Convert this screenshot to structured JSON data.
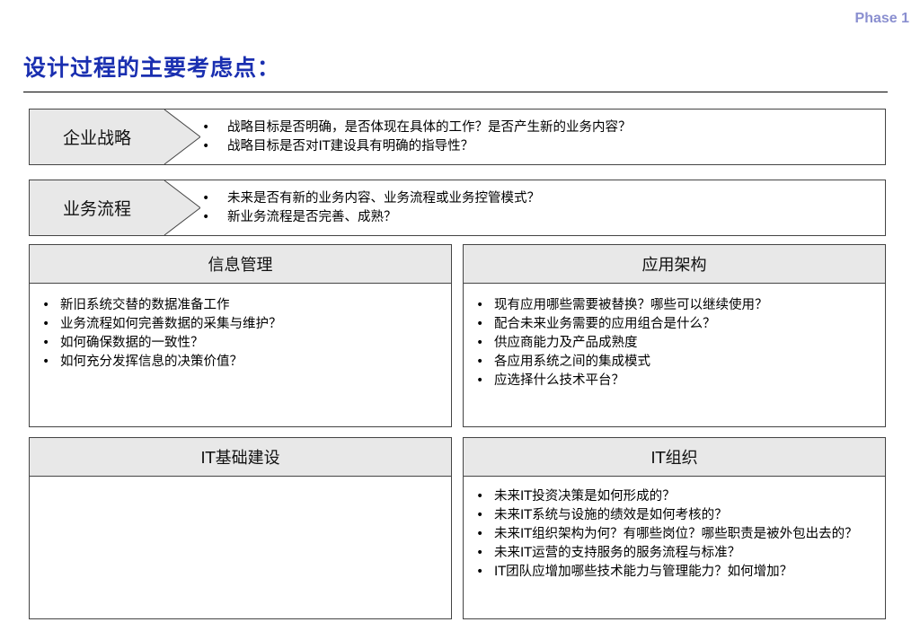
{
  "phase": "Phase 1",
  "title": "设计过程的主要考虑点：",
  "rows": [
    {
      "label": "企业战略",
      "bullets": [
        "战略目标是否明确，是否体现在具体的工作？是否产生新的业务内容？",
        "战略目标是否对IT建设具有明确的指导性？"
      ]
    },
    {
      "label": "业务流程",
      "bullets": [
        "未来是否有新的业务内容、业务流程或业务控管模式？",
        "新业务流程是否完善、成熟？"
      ]
    }
  ],
  "panels": {
    "info": {
      "title": "信息管理",
      "items": [
        "新旧系统交替的数据准备工作",
        "业务流程如何完善数据的采集与维护？",
        "如何确保数据的一致性？",
        "如何充分发挥信息的决策价值？"
      ]
    },
    "app": {
      "title": "应用架构",
      "items": [
        "现有应用哪些需要被替换？哪些可以继续使用？",
        "配合未来业务需要的应用组合是什么？",
        "供应商能力及产品成熟度",
        "各应用系统之间的集成模式",
        "应选择什么技术平台？"
      ]
    },
    "infra": {
      "title": "IT基础建设",
      "items": []
    },
    "org": {
      "title": "IT组织",
      "items": [
        "未来IT投资决策是如何形成的？",
        "未来IT系统与设施的绩效是如何考核的？",
        "未来IT组织架构为何？有哪些岗位？哪些职责是被外包出去的？",
        "未来IT运营的支持服务的服务流程与标准？",
        "IT团队应增加哪些技术能力与管理能力？如何增加？"
      ]
    }
  }
}
